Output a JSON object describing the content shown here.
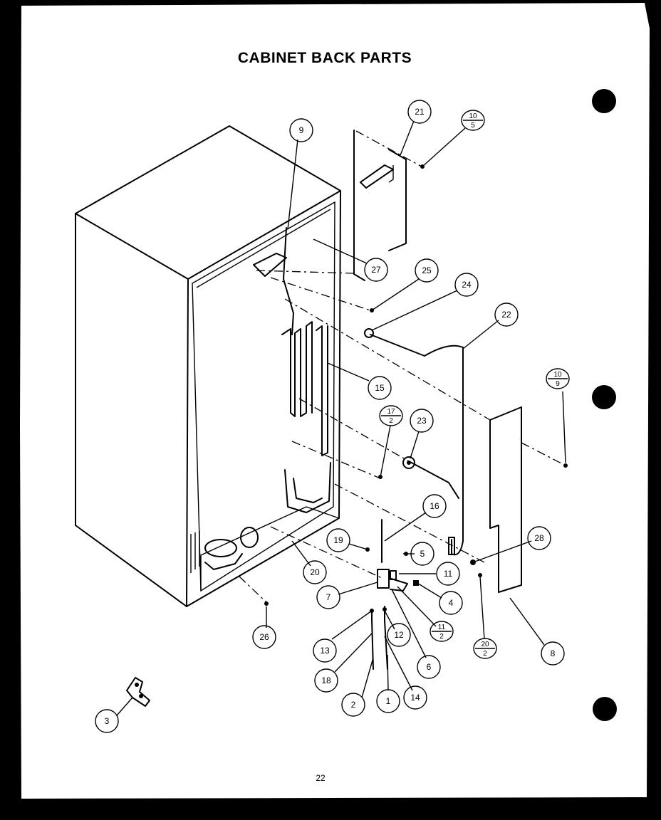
{
  "title": "CABINET BACK PARTS",
  "page_number": "22",
  "callouts": [
    {
      "id": "c21",
      "text": "21"
    },
    {
      "id": "c9",
      "text": "9"
    },
    {
      "id": "c27",
      "text": "27"
    },
    {
      "id": "c25",
      "text": "25"
    },
    {
      "id": "c24",
      "text": "24"
    },
    {
      "id": "c22",
      "text": "22"
    },
    {
      "id": "c15",
      "text": "15"
    },
    {
      "id": "c23",
      "text": "23"
    },
    {
      "id": "c16",
      "text": "16"
    },
    {
      "id": "c19",
      "text": "19"
    },
    {
      "id": "c5",
      "text": "5"
    },
    {
      "id": "c11",
      "text": "11"
    },
    {
      "id": "c4",
      "text": "4"
    },
    {
      "id": "c7",
      "text": "7"
    },
    {
      "id": "c20",
      "text": "20"
    },
    {
      "id": "c28",
      "text": "28"
    },
    {
      "id": "c12",
      "text": "12"
    },
    {
      "id": "c13",
      "text": "13"
    },
    {
      "id": "c6",
      "text": "6"
    },
    {
      "id": "c18",
      "text": "18"
    },
    {
      "id": "c14",
      "text": "14"
    },
    {
      "id": "c2",
      "text": "2"
    },
    {
      "id": "c1",
      "text": "1"
    },
    {
      "id": "c26",
      "text": "26"
    },
    {
      "id": "c8",
      "text": "8"
    },
    {
      "id": "c3",
      "text": "3"
    }
  ],
  "fraction_callouts": [
    {
      "id": "f10_5",
      "top": "10",
      "bottom": "5"
    },
    {
      "id": "f10_9",
      "top": "10",
      "bottom": "9"
    },
    {
      "id": "f17_2",
      "top": "17",
      "bottom": "2"
    },
    {
      "id": "f11_2",
      "top": "11",
      "bottom": "2"
    },
    {
      "id": "f20_2",
      "top": "20",
      "bottom": "2"
    }
  ]
}
